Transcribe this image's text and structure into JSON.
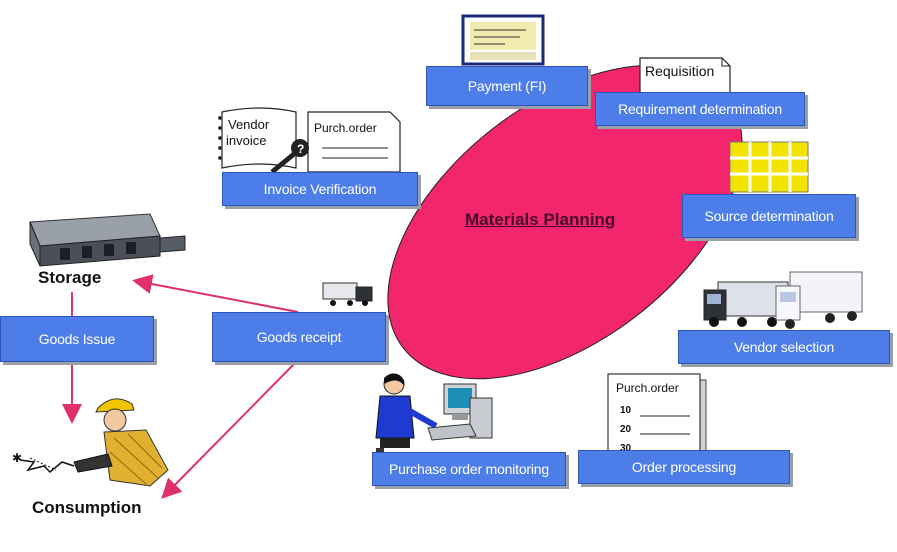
{
  "center": {
    "title": "Materials Planning",
    "ellipse_color": "#f2266c"
  },
  "boxes": {
    "payment": "Payment (FI)",
    "requirement": "Requirement determination",
    "invoice": "Invoice Verification",
    "source": "Source determination",
    "goods_receipt": "Goods receipt",
    "goods_issue": "Goods Issue",
    "vendor_selection": "Vendor selection",
    "po_monitoring": "Purchase order monitoring",
    "order_processing": "Order processing"
  },
  "labels": {
    "storage": "Storage",
    "consumption": "Consumption"
  },
  "documents": {
    "requisition": "Requisition",
    "vendor_invoice_line1": "Vendor",
    "vendor_invoice_line2": "invoice",
    "purch_order_small": "Purch.order",
    "purch_order_doc": "Purch.order",
    "po_line_1": "10",
    "po_line_2": "20",
    "po_line_3": "30"
  },
  "colors": {
    "box_fill": "#4d7de8",
    "arrow": "#e0306c",
    "box_shadow": "#9aa0aa"
  }
}
